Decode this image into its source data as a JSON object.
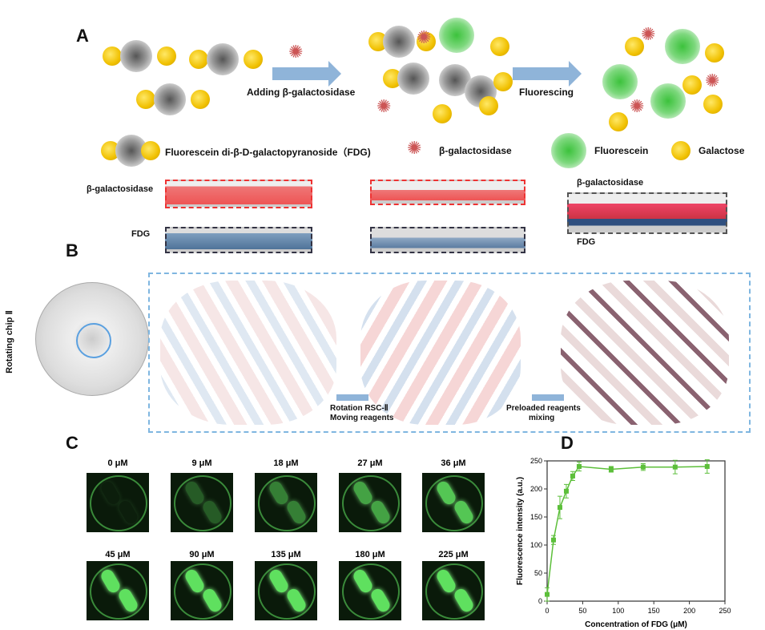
{
  "panels": {
    "a": "A",
    "b": "B",
    "c": "C",
    "d": "D"
  },
  "panel_a": {
    "step1": "Adding β-galactosidase",
    "step2": "Fluorescing",
    "legend": [
      {
        "icon": "fdg",
        "label": "Fluorescein di-β-D-galactopyranoside（FDG)"
      },
      {
        "icon": "enzyme",
        "label": "β-galactosidase"
      },
      {
        "icon": "fluorescein",
        "label": "Fluorescein"
      },
      {
        "icon": "galactose",
        "label": "Galactose"
      }
    ]
  },
  "panel_b": {
    "chip_label": "Rotating chip Ⅱ",
    "inset_enzyme": "β-galactosidase",
    "inset_fdg": "FDG",
    "inset_mixed_enzyme": "β-galactosidase",
    "inset_mixed_fdg": "FDG",
    "step1": [
      "Rotation RSC-Ⅱ",
      "Moving reagents"
    ],
    "step2": [
      "Preloaded reagents",
      "mixing"
    ]
  },
  "panel_c": {
    "concentrations": [
      "0 μM",
      "9 μM",
      "18 μM",
      "27 μM",
      "36 μM",
      "45 μM",
      "90 μM",
      "135 μM",
      "180 μM",
      "225 μM"
    ]
  },
  "chart_data": {
    "type": "line",
    "xlabel": "Concentration of FDG (μM)",
    "ylabel": "Fluorescence intensity (a.u.)",
    "xlim": [
      0,
      250
    ],
    "ylim": [
      0,
      250
    ],
    "xticks": [
      0,
      50,
      100,
      150,
      200,
      250
    ],
    "yticks": [
      0,
      50,
      100,
      150,
      200,
      250
    ],
    "x": [
      0,
      9,
      18,
      27,
      36,
      45,
      90,
      135,
      180,
      225
    ],
    "y": [
      12,
      109,
      167,
      196,
      223,
      240,
      235,
      239,
      239,
      240
    ],
    "error": [
      12,
      8,
      20,
      12,
      8,
      8,
      5,
      6,
      12,
      12
    ],
    "color": "#5cbf3a"
  }
}
